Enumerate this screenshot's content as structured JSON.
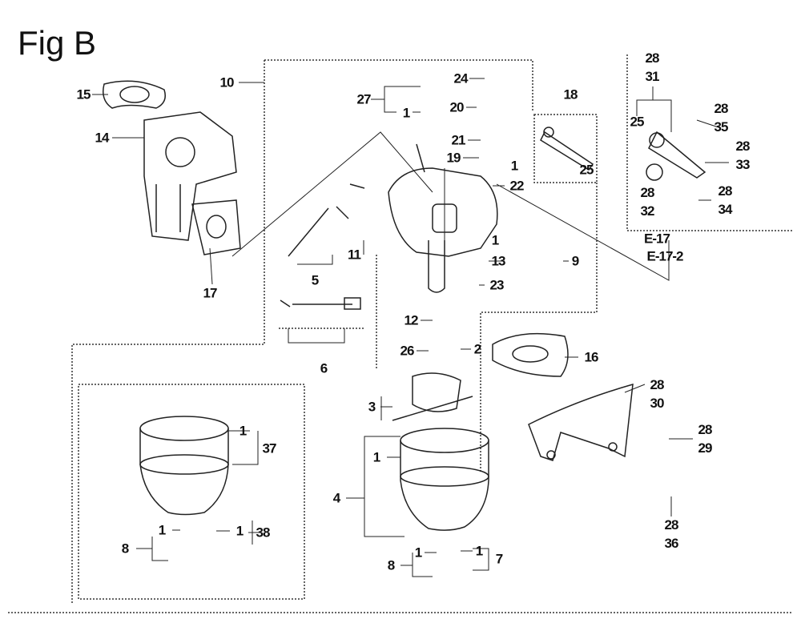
{
  "title": "Fig B",
  "callouts": [
    {
      "id": "c15",
      "text": "15"
    },
    {
      "id": "c14",
      "text": "14"
    },
    {
      "id": "c10",
      "text": "10"
    },
    {
      "id": "c17",
      "text": "17"
    },
    {
      "id": "c27",
      "text": "27"
    },
    {
      "id": "c1a",
      "text": "1"
    },
    {
      "id": "c24",
      "text": "24"
    },
    {
      "id": "c20",
      "text": "20"
    },
    {
      "id": "c21",
      "text": "21"
    },
    {
      "id": "c19",
      "text": "19"
    },
    {
      "id": "c1b",
      "text": "1"
    },
    {
      "id": "c22",
      "text": "22"
    },
    {
      "id": "c18",
      "text": "18"
    },
    {
      "id": "c25a",
      "text": "25"
    },
    {
      "id": "c25b",
      "text": "25"
    },
    {
      "id": "c11",
      "text": "11"
    },
    {
      "id": "c5",
      "text": "5"
    },
    {
      "id": "c1c",
      "text": "1"
    },
    {
      "id": "c13",
      "text": "13"
    },
    {
      "id": "c9",
      "text": "9"
    },
    {
      "id": "c23",
      "text": "23"
    },
    {
      "id": "c12",
      "text": "12"
    },
    {
      "id": "c26",
      "text": "26"
    },
    {
      "id": "c2",
      "text": "2"
    },
    {
      "id": "c6",
      "text": "6"
    },
    {
      "id": "c16",
      "text": "16"
    },
    {
      "id": "c3",
      "text": "3"
    },
    {
      "id": "c1d",
      "text": "1"
    },
    {
      "id": "c37",
      "text": "37"
    },
    {
      "id": "c8a",
      "text": "8"
    },
    {
      "id": "c1e",
      "text": "1"
    },
    {
      "id": "c1f",
      "text": "1"
    },
    {
      "id": "c38",
      "text": "38"
    },
    {
      "id": "c1g",
      "text": "1"
    },
    {
      "id": "c4",
      "text": "4"
    },
    {
      "id": "c8b",
      "text": "8"
    },
    {
      "id": "c1h",
      "text": "1"
    },
    {
      "id": "c1i",
      "text": "1"
    },
    {
      "id": "c7",
      "text": "7"
    }
  ],
  "stacked_callouts": [
    {
      "id": "s31",
      "top": "28",
      "bottom": "31"
    },
    {
      "id": "s35",
      "top": "28",
      "bottom": "35"
    },
    {
      "id": "s33",
      "top": "28",
      "bottom": "33"
    },
    {
      "id": "s32",
      "top": "28",
      "bottom": "32"
    },
    {
      "id": "s34",
      "top": "28",
      "bottom": "34"
    },
    {
      "id": "s30",
      "top": "28",
      "bottom": "30"
    },
    {
      "id": "s29",
      "top": "28",
      "bottom": "29"
    },
    {
      "id": "s36",
      "top": "28",
      "bottom": "36"
    }
  ],
  "references": [
    "E-17",
    "E-17-2"
  ]
}
